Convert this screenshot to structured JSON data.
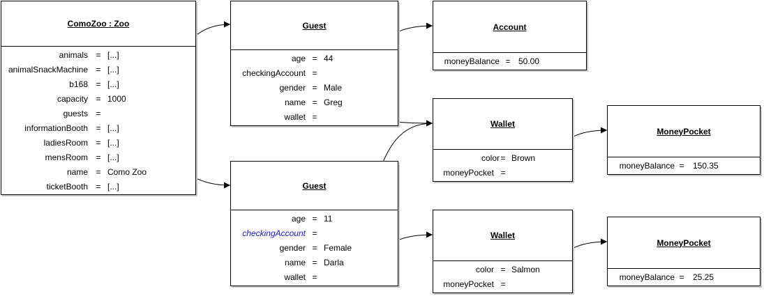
{
  "objects": {
    "zoo": {
      "title": "ComoZoo : Zoo",
      "rows": [
        {
          "label": "animals",
          "value": "[...]"
        },
        {
          "label": "animalSnackMachine",
          "value": "[...]"
        },
        {
          "label": "b168",
          "value": "[...]"
        },
        {
          "label": "capacity",
          "value": "1000"
        },
        {
          "label": "guests",
          "value": ""
        },
        {
          "label": "informationBooth",
          "value": "[...]"
        },
        {
          "label": "ladiesRoom",
          "value": "[...]"
        },
        {
          "label": "mensRoom",
          "value": "[...]"
        },
        {
          "label": "name",
          "value": "Como Zoo"
        },
        {
          "label": "ticketBooth",
          "value": "[...]"
        }
      ]
    },
    "guest1": {
      "title": "Guest",
      "rows": [
        {
          "label": "age",
          "value": "44"
        },
        {
          "label": "checkingAccount",
          "value": ""
        },
        {
          "label": "gender",
          "value": "Male"
        },
        {
          "label": "name",
          "value": "Greg"
        },
        {
          "label": "wallet",
          "value": ""
        }
      ]
    },
    "guest2": {
      "title": "Guest",
      "rows": [
        {
          "label": "age",
          "value": "11"
        },
        {
          "label": "checkingAccount",
          "value": ""
        },
        {
          "label": "gender",
          "value": "Female"
        },
        {
          "label": "name",
          "value": "Darla"
        },
        {
          "label": "wallet",
          "value": ""
        }
      ]
    },
    "account": {
      "title": "Account",
      "rows": [
        {
          "label": "moneyBalance",
          "value": "50.00"
        }
      ]
    },
    "wallet1": {
      "title": "Wallet",
      "rows": [
        {
          "label": "color",
          "value": "Brown"
        },
        {
          "label": "moneyPocket",
          "value": ""
        }
      ]
    },
    "wallet2": {
      "title": "Wallet",
      "rows": [
        {
          "label": "color",
          "value": "Salmon"
        },
        {
          "label": "moneyPocket",
          "value": ""
        }
      ]
    },
    "pocket1": {
      "title": "MoneyPocket",
      "rows": [
        {
          "label": "moneyBalance",
          "value": "150.35"
        }
      ]
    },
    "pocket2": {
      "title": "MoneyPocket",
      "rows": [
        {
          "label": "moneyBalance",
          "value": "25.25"
        }
      ]
    }
  },
  "colors": {
    "highlight_label": "#1515d6",
    "shadow": "#c8c8c8"
  }
}
